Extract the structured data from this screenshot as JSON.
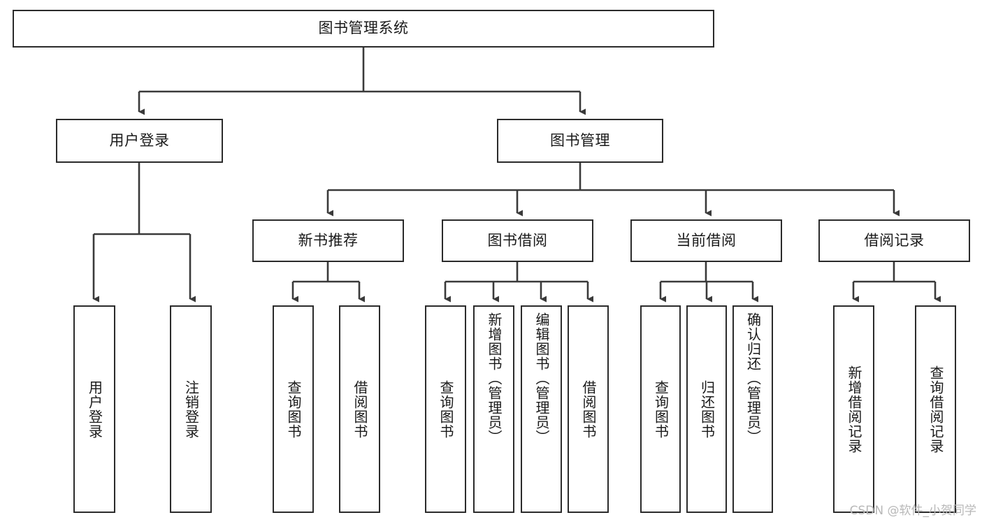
{
  "diagram": {
    "type": "tree-hierarchy",
    "title": "图书管理系统",
    "watermark": "CSDN @软件_小贺同学",
    "colors": {
      "box_border": "#2b2b2b",
      "connector": "#3a3a3a",
      "background": "#ffffff",
      "text": "#1a1a1a",
      "watermark": "#b8b8b8"
    },
    "levels": [
      {
        "level": 1,
        "nodes": [
          {
            "id": "root",
            "label": "图书管理系统",
            "orientation": "horizontal"
          }
        ]
      },
      {
        "level": 2,
        "nodes": [
          {
            "id": "user-login",
            "label": "用户登录",
            "orientation": "horizontal",
            "parent": "root"
          },
          {
            "id": "book-admin",
            "label": "图书管理",
            "orientation": "horizontal",
            "parent": "root"
          }
        ]
      },
      {
        "level": 3,
        "nodes": [
          {
            "id": "new-book-rec",
            "label": "新书推荐",
            "orientation": "horizontal",
            "parent": "book-admin"
          },
          {
            "id": "book-borrow",
            "label": "图书借阅",
            "orientation": "horizontal",
            "parent": "book-admin"
          },
          {
            "id": "current-borrow",
            "label": "当前借阅",
            "orientation": "horizontal",
            "parent": "book-admin"
          },
          {
            "id": "borrow-record",
            "label": "借阅记录",
            "orientation": "horizontal",
            "parent": "book-admin"
          }
        ]
      },
      {
        "level": 4,
        "nodes": [
          {
            "id": "leaf-user-login",
            "label": "用户登录",
            "orientation": "vertical",
            "parent": "user-login"
          },
          {
            "id": "leaf-user-logout",
            "label": "注销登录",
            "orientation": "vertical",
            "parent": "user-login"
          },
          {
            "id": "leaf-query-book-1",
            "label": "查询图书",
            "orientation": "vertical",
            "parent": "new-book-rec"
          },
          {
            "id": "leaf-borrow-book-1",
            "label": "借阅图书",
            "orientation": "vertical",
            "parent": "new-book-rec"
          },
          {
            "id": "leaf-query-book-2",
            "label": "查询图书",
            "orientation": "vertical",
            "parent": "book-borrow"
          },
          {
            "id": "leaf-add-book",
            "label": "新增图书（管理员）",
            "orientation": "vertical",
            "parent": "book-borrow"
          },
          {
            "id": "leaf-edit-book",
            "label": "编辑图书（管理员）",
            "orientation": "vertical",
            "parent": "book-borrow"
          },
          {
            "id": "leaf-borrow-book-2",
            "label": "借阅图书",
            "orientation": "vertical",
            "parent": "book-borrow"
          },
          {
            "id": "leaf-query-book-3",
            "label": "查询图书",
            "orientation": "vertical",
            "parent": "current-borrow"
          },
          {
            "id": "leaf-return-book",
            "label": "归还图书",
            "orientation": "vertical",
            "parent": "current-borrow"
          },
          {
            "id": "leaf-confirm-return",
            "label": "确认归还（管理员）",
            "orientation": "vertical",
            "parent": "current-borrow"
          },
          {
            "id": "leaf-add-record",
            "label": "新增借阅记录",
            "orientation": "vertical",
            "parent": "borrow-record"
          },
          {
            "id": "leaf-query-record",
            "label": "查询借阅记录",
            "orientation": "vertical",
            "parent": "borrow-record"
          }
        ]
      }
    ]
  }
}
